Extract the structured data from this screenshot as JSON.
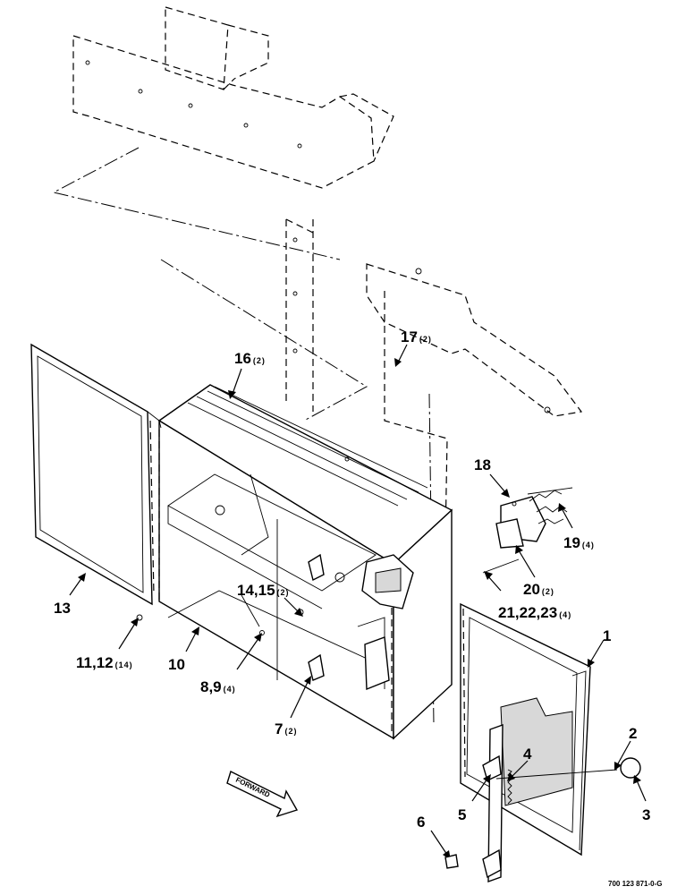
{
  "callouts": [
    {
      "id": "c1",
      "number": "1",
      "qty": ""
    },
    {
      "id": "c2",
      "number": "2",
      "qty": ""
    },
    {
      "id": "c3",
      "number": "3",
      "qty": ""
    },
    {
      "id": "c4",
      "number": "4",
      "qty": ""
    },
    {
      "id": "c5",
      "number": "5",
      "qty": ""
    },
    {
      "id": "c6",
      "number": "6",
      "qty": ""
    },
    {
      "id": "c7",
      "number": "7",
      "qty": "(2)"
    },
    {
      "id": "c8",
      "number": "8,9",
      "qty": "(4)"
    },
    {
      "id": "c10",
      "number": "10",
      "qty": ""
    },
    {
      "id": "c11",
      "number": "11,12",
      "qty": "(14)"
    },
    {
      "id": "c13",
      "number": "13",
      "qty": ""
    },
    {
      "id": "c14",
      "number": "14,15",
      "qty": "(2)"
    },
    {
      "id": "c16",
      "number": "16",
      "qty": "(2)"
    },
    {
      "id": "c17",
      "number": "17",
      "qty": "(2)"
    },
    {
      "id": "c18",
      "number": "18",
      "qty": ""
    },
    {
      "id": "c19",
      "number": "19",
      "qty": "(4)"
    },
    {
      "id": "c20",
      "number": "20",
      "qty": "(2)"
    },
    {
      "id": "c21",
      "number": "21,22,23",
      "qty": "(4)"
    }
  ],
  "forward_label": "FORWARD",
  "part_number": "700 123 871-0-G"
}
